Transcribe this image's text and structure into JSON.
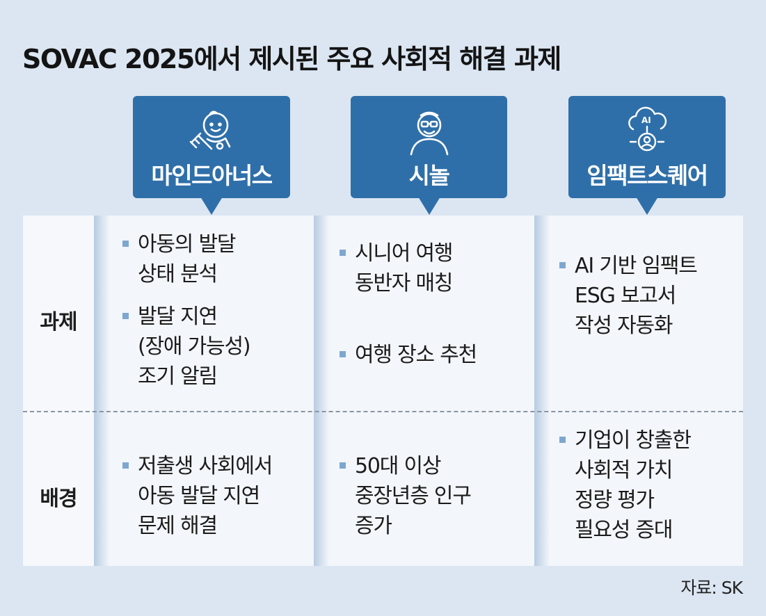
{
  "title": "SOVAC 2025에서 제시된 주요 사회적 해결 과제",
  "rows": {
    "task": "과제",
    "background": "배경"
  },
  "columns": [
    {
      "name": "마인드아너스",
      "icon": "baby-syringe-icon",
      "task": [
        [
          "아동의 발달",
          "상태 분석"
        ],
        [
          "발달 지연",
          "(장애 가능성)",
          "조기 알림"
        ]
      ],
      "background": [
        [
          "저출생 사회에서",
          "아동 발달 지연",
          "문제 해결"
        ]
      ]
    },
    {
      "name": "시놀",
      "icon": "elderly-person-icon",
      "task": [
        [
          "시니어 여행",
          "동반자 매칭"
        ],
        [
          "여행 장소 추천"
        ]
      ],
      "background": [
        [
          "50대 이상",
          "중장년층 인구",
          "증가"
        ]
      ]
    },
    {
      "name": "임팩트스퀘어",
      "icon": "ai-cloud-person-icon",
      "task": [
        [
          "AI 기반 임팩트",
          "ESG 보고서",
          "작성 자동화"
        ]
      ],
      "background": [
        [
          "기업이 창출한",
          "사회적 가치",
          "정량 평가",
          "필요성 증대"
        ]
      ]
    }
  ],
  "source": "자료: SK",
  "colors": {
    "background": "#dbe6f2",
    "bubble": "#2f6fa9",
    "bullet": "#7da7cf"
  }
}
